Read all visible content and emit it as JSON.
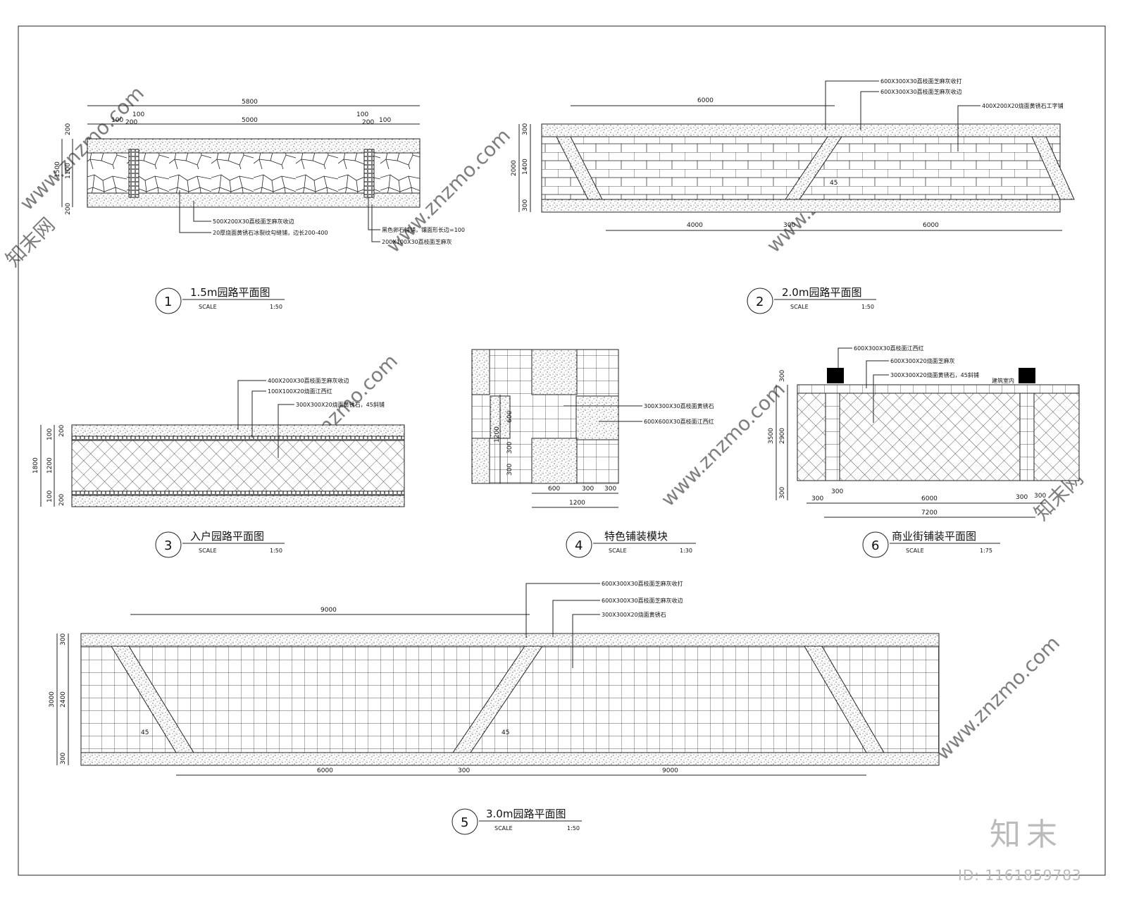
{
  "drawings": [
    {
      "id": 1,
      "num": "1",
      "title": "1.5m园路平面图",
      "scale_label": "SCALE",
      "scale": "1:50",
      "dims": [
        "5800",
        "5000",
        "100",
        "200",
        "100",
        "100",
        "200",
        "100",
        "1500",
        "200",
        "1100",
        "200"
      ],
      "notes": [
        "500X200X30荔枝面芝麻灰收边",
        "20厚烧面黄锈石冰裂纹勾缝铺，边长200-400",
        "黑色卵石铺铺，镶面形长边=100",
        "200X100X30荔枝面芝麻灰"
      ]
    },
    {
      "id": 2,
      "num": "2",
      "title": "2.0m园路平面图",
      "scale_label": "SCALE",
      "scale": "1:50",
      "dims": [
        "6000",
        "300",
        "1400",
        "2000",
        "300",
        "4000",
        "300",
        "6000",
        "45"
      ],
      "notes": [
        "600X300X30荔枝面芝麻灰收打",
        "600X300X30荔枝面芝麻灰收边",
        "400X200X20烧面黄锈石工字铺"
      ]
    },
    {
      "id": 3,
      "num": "3",
      "title": "入户园路平面图",
      "scale_label": "SCALE",
      "scale": "1:50",
      "dims": [
        "1800",
        "1200",
        "100",
        "200",
        "100",
        "200"
      ],
      "notes": [
        "400X200X30荔枝面芝麻灰收边",
        "100X100X20烧面江西红",
        "300X300X20烧面黄锈石，45斜铺"
      ]
    },
    {
      "id": 4,
      "num": "4",
      "title": "特色铺装模块",
      "scale_label": "SCALE",
      "scale": "1:30",
      "dims": [
        "600",
        "300",
        "300",
        "1200",
        "1200",
        "600",
        "300",
        "300"
      ],
      "notes": [
        "300X300X30荔枝面黄锈石",
        "600X600X30荔枝面江西红"
      ]
    },
    {
      "id": 5,
      "num": "5",
      "title": "3.0m园路平面图",
      "scale_label": "SCALE",
      "scale": "1:50",
      "dims": [
        "9000",
        "300",
        "3000",
        "2400",
        "300",
        "6000",
        "300",
        "9000",
        "45",
        "45"
      ],
      "notes": [
        "600X300X30荔枝面芝麻灰收打",
        "600X300X30荔枝面芝麻灰收边",
        "300X300X20烧面黄锈石"
      ]
    },
    {
      "id": 6,
      "num": "6",
      "title": "商业街铺装平面图",
      "scale_label": "SCALE",
      "scale": "1:75",
      "dims": [
        "300",
        "3500",
        "2900",
        "300",
        "300",
        "300",
        "6000",
        "300",
        "300",
        "7200"
      ],
      "notes": [
        "600X300X30荔枝面江西红",
        "600X300X20烧面芝麻灰",
        "300X300X20烧面黄锈石，45斜铺",
        "建筑室内"
      ]
    }
  ],
  "watermark": {
    "text": "www.znzmo.com",
    "brand": "知末网"
  },
  "logo": "知末",
  "image_id": "ID: 1161859783"
}
